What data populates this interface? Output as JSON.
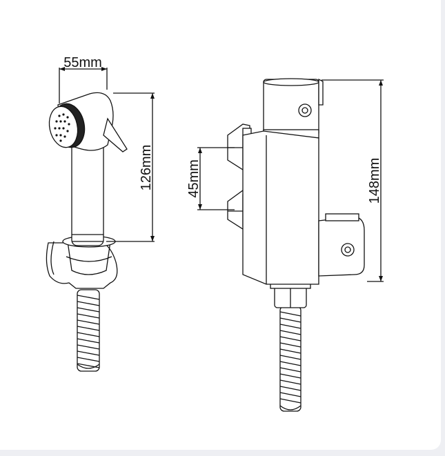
{
  "dimensions": {
    "sprayer_width": "55mm",
    "sprayer_height": "126mm",
    "inlet_spacing": "45mm",
    "valve_height": "148mm"
  },
  "colors": {
    "background": "#ffffff",
    "outer": "#eeeff3",
    "line": "#111111"
  }
}
